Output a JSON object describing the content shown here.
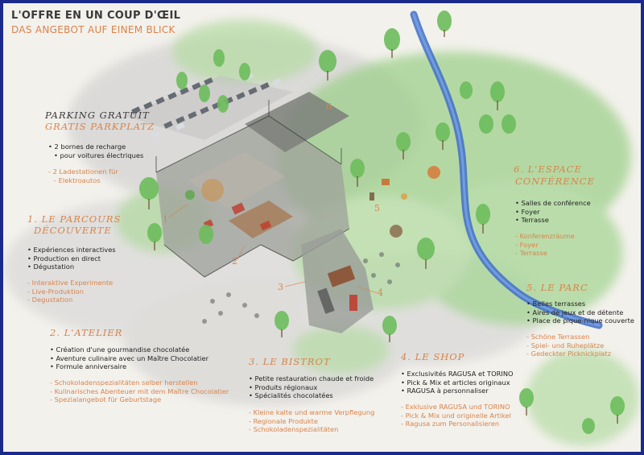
{
  "header": {
    "title": "L'OFFRE EN UN COUP D'ŒIL",
    "subtitle": "DAS ANGEBOT AUF EINEM BLICK"
  },
  "parking": {
    "heading_fr": "PARKING GRATUIT",
    "heading_de": "GRATIS PARKPLATZ",
    "fr": [
      "2 bornes de recharge",
      "pour voitures électriques"
    ],
    "de": [
      "2 Ladestationen für",
      "Elektroautos"
    ]
  },
  "sections": {
    "parcours": {
      "heading": [
        "1. LE PARCOURS",
        "DÉCOUVERTE"
      ],
      "fr": [
        "Expériences interactives",
        "Production en direct",
        "Dégustation"
      ],
      "de": [
        "Interaktive Experimente",
        "Live-Produktion",
        "Degustation"
      ]
    },
    "atelier": {
      "heading": "2. L'ATELIER",
      "fr": [
        "Création d'une gourmandise chocolatée",
        "Aventure culinaire avec un Maître Chocolatier",
        "Formule anniversaire"
      ],
      "de": [
        "Schokoladenspezialitäten selber herstellen",
        "Kulinarisches Abenteuer mit dem Maître Chocolatier",
        "Spezialangebot  für Geburtstage"
      ]
    },
    "bistrot": {
      "heading": "3. LE BISTROT",
      "fr": [
        "Petite restauration chaude et froide",
        "Produits régionaux",
        "Spécialités chocolatées"
      ],
      "de": [
        "Kleine kalte und warme Verpflegung",
        "Regionale Produkte",
        "Schokoladenspezialitäten"
      ]
    },
    "shop": {
      "heading": "4. LE SHOP",
      "fr": [
        "Exclusivités RAGUSA et TORINO",
        "Pick & Mix et articles originaux",
        "RAGUSA à personnaliser"
      ],
      "de": [
        "Exklusive RAGUSA und TORINO",
        "Pick & Mix und originelle Artikel",
        "Ragusa zum Personalisieren"
      ]
    },
    "parc": {
      "heading": "5. LE PARC",
      "fr": [
        "Belles terrasses",
        "Aires de jeux et de détente",
        "Place de pique-nique couverte"
      ],
      "de": [
        "Schöne Terrassen",
        "Spiel- und Ruheplätze",
        "Gedeckter Picknickplatz"
      ]
    },
    "conference": {
      "heading": [
        "6. L'ESPACE",
        "CONFÉRENCE"
      ],
      "fr": [
        "Salles de conférence",
        "Foyer",
        "Terrasse"
      ],
      "de": [
        "Konferenzräume",
        "Foyer",
        "Terrasse"
      ]
    }
  },
  "markers": [
    "1",
    "2",
    "3",
    "4",
    "5",
    "6"
  ],
  "colors": {
    "frame": "#1b2a8a",
    "accent": "#d9834a",
    "river": "#3f6fc9",
    "grass": "#8cc47a",
    "text": "#222222"
  }
}
